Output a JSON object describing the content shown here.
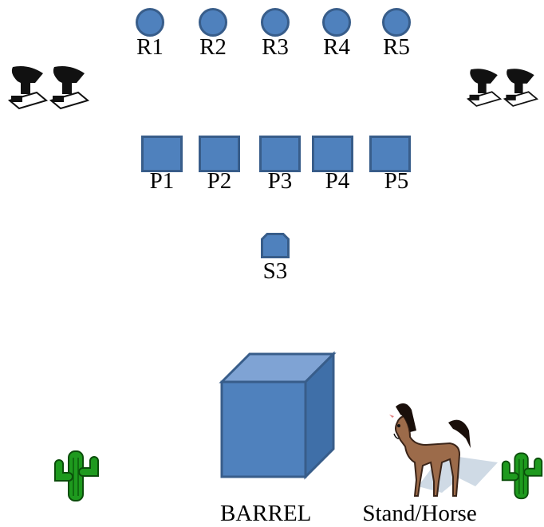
{
  "rests": [
    {
      "label": "R1"
    },
    {
      "label": "R2"
    },
    {
      "label": "R3"
    },
    {
      "label": "R4"
    },
    {
      "label": "R5"
    }
  ],
  "positions": [
    {
      "label": "P1"
    },
    {
      "label": "P2"
    },
    {
      "label": "P3"
    },
    {
      "label": "P4"
    },
    {
      "label": "P5"
    }
  ],
  "start": {
    "label": "S3"
  },
  "props": {
    "barrel": {
      "label": "BARREL"
    },
    "horse": {
      "label": "Stand/Horse"
    }
  },
  "icons": [
    "target-stand-icon",
    "target-stand-icon",
    "target-stand-icon",
    "target-stand-icon",
    "cactus-icon",
    "cactus-icon",
    "horse-icon",
    "barrel-cube-icon"
  ],
  "colors": {
    "fill": "#4f81bd",
    "stroke": "#385d8a",
    "cactus": "#1e9a1e"
  }
}
